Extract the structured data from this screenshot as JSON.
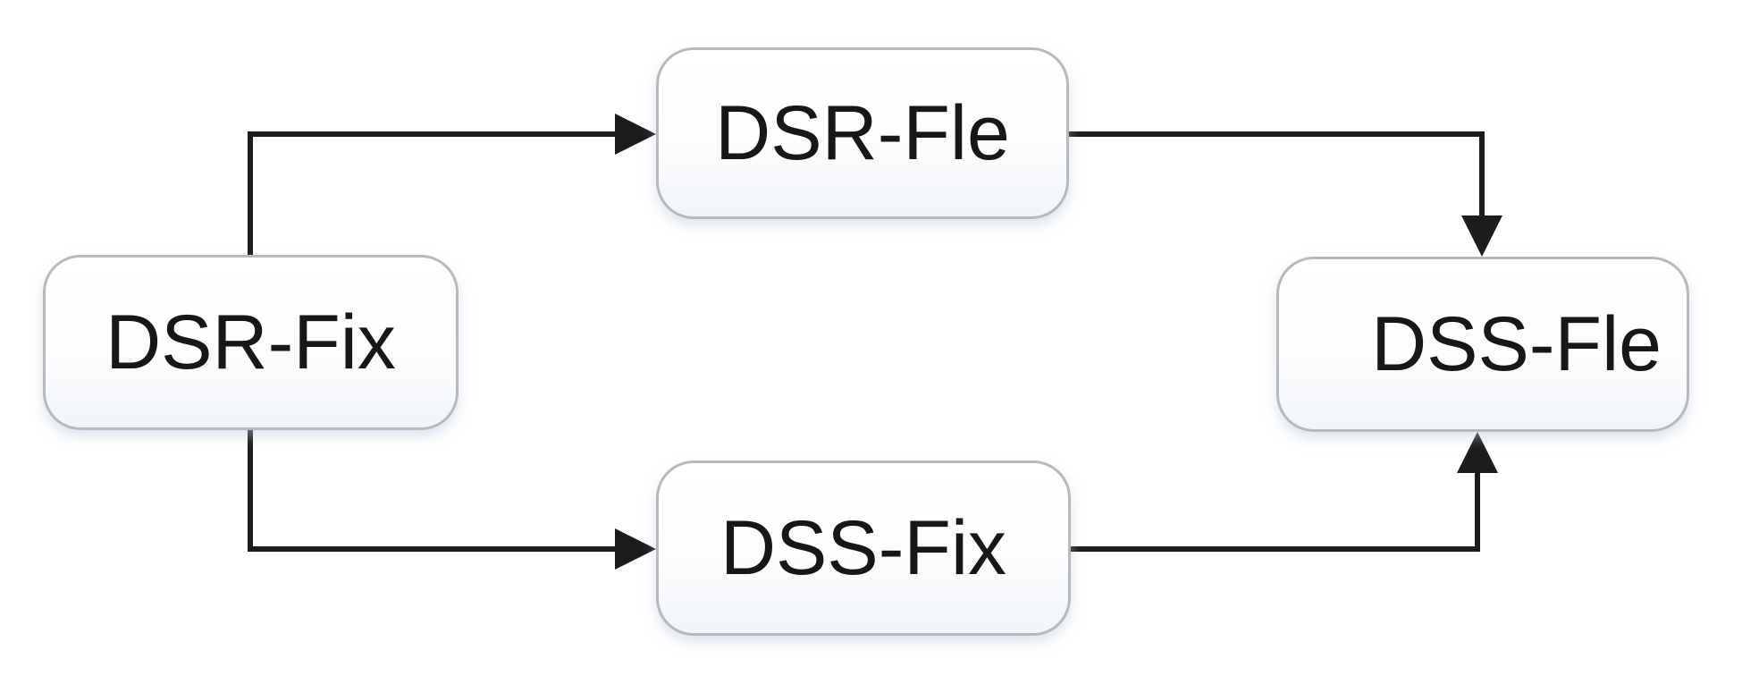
{
  "page": {
    "background": "#ffffff"
  },
  "diagram": {
    "type": "flowchart",
    "nodes": [
      {
        "id": "dsr-fix",
        "label": "DSR-Fix"
      },
      {
        "id": "dsr-fle",
        "label": "DSR-Fle"
      },
      {
        "id": "dss-fix",
        "label": "DSS-Fix"
      },
      {
        "id": "dss-fle",
        "label": "DSS-Fle"
      }
    ],
    "edges": [
      {
        "from": "dsr-fix",
        "to": "dsr-fle"
      },
      {
        "from": "dsr-fix",
        "to": "dss-fix"
      },
      {
        "from": "dsr-fle",
        "to": "dss-fle"
      },
      {
        "from": "dss-fix",
        "to": "dss-fle"
      }
    ],
    "colors": {
      "connector": "#1c1c1c",
      "node_border": "#b7babd",
      "node_fill": "#ffffff",
      "node_fill_edge": "#f1f5f9",
      "label_text": "#171717",
      "background": "#ffffff"
    }
  }
}
